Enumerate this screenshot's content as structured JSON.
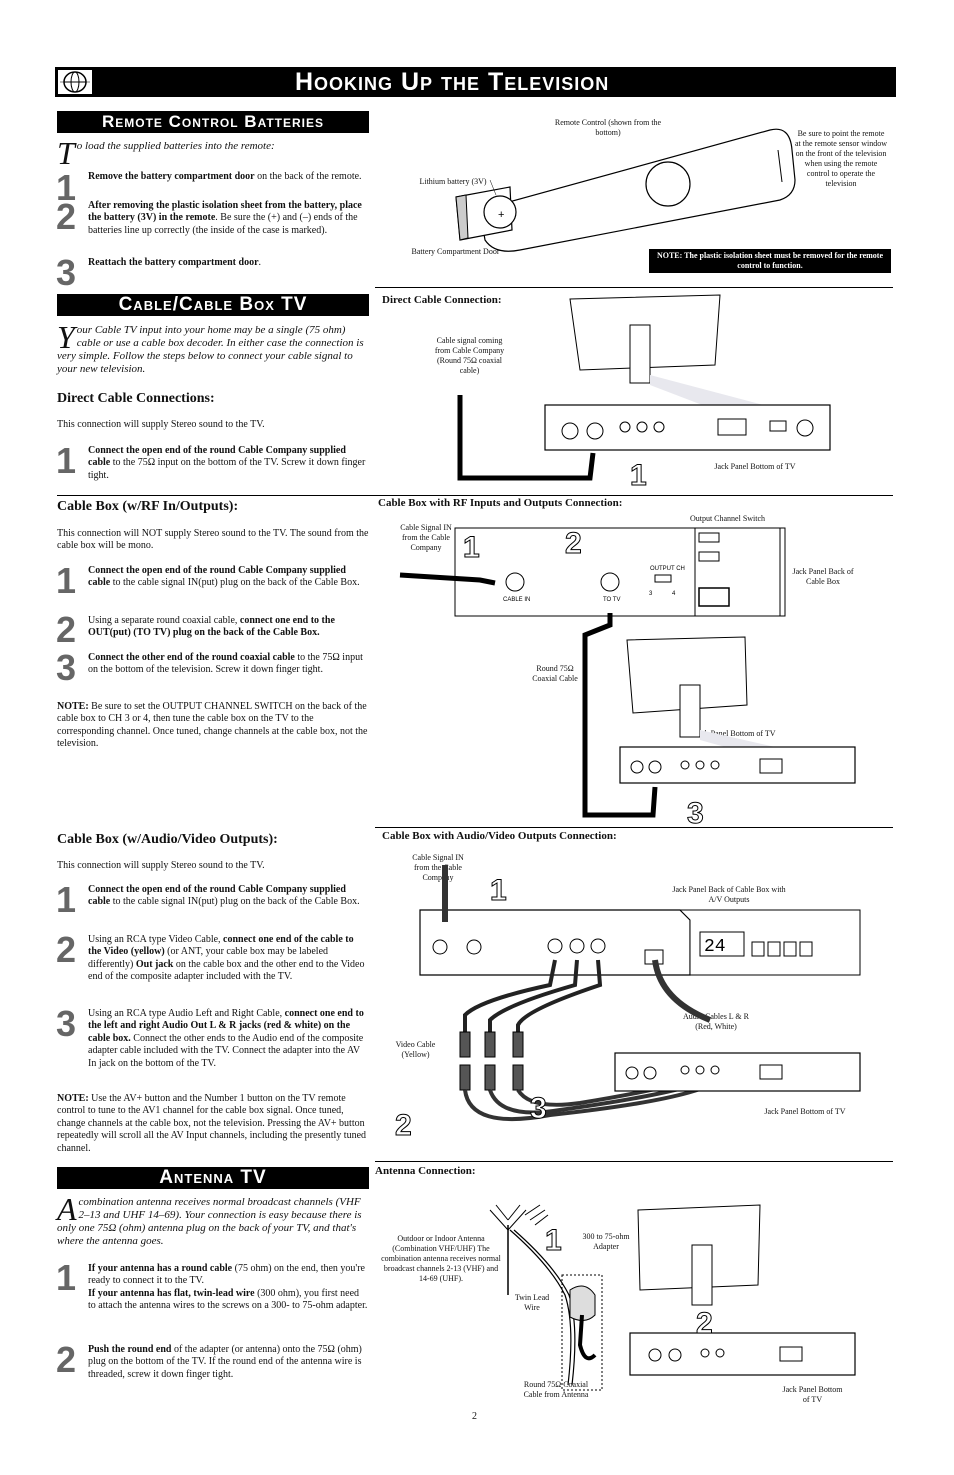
{
  "page_title": "Hooking Up the Television",
  "page_number": "2",
  "remote": {
    "heading": "Remote Control Batteries",
    "intro_cap": "T",
    "intro": "o load the supplied batteries into the remote:",
    "step1_num": "1",
    "step1_bold": "Remove the battery compartment door",
    "step1_rest": " on the back of the remote.",
    "step2_num": "2",
    "step2_bold": "After removing the plastic isolation sheet from the battery, place the battery (3V) in the remote",
    "step2_rest": ". Be sure the (+) and (–) ends of the batteries line up correctly (the inside of the case is marked).",
    "step3_num": "3",
    "step3_bold": "Reattach the battery compartment door",
    "step3_rest": ".",
    "diagram": {
      "remote_label": "Remote Control (shown from the bottom)",
      "battery_label": "Lithium battery (3V)",
      "door_label": "Battery Compartment Door",
      "point_note": "Be sure to point the remote at the remote sensor window on the front of the television when using the remote control to operate the television",
      "isolation_note": "NOTE: The plastic isolation sheet must be removed for the remote control to function.",
      "plus": "+"
    }
  },
  "cable": {
    "heading": "Cable/Cable Box TV",
    "intro_cap": "Y",
    "intro": "our Cable TV input into your home may be a single (75 ohm) cable or use a cable box decoder. In either case the connection is very simple. Follow the steps below to connect your cable signal to your new television.",
    "direct": {
      "heading": "Direct Cable Connections:",
      "desc": "This connection will supply Stereo sound to the TV.",
      "step1_num": "1",
      "step1_bold": "Connect the open end of the round Cable Company supplied cable",
      "step1_rest": " to the 75Ω input on the bottom of the TV. Screw it down finger tight.",
      "diagram_title": "Direct Cable Connection:",
      "signal_label": "Cable signal coming from Cable Company (Round 75Ω coaxial cable)",
      "jack_label": "Jack Panel Bottom of TV",
      "callout": "1"
    },
    "rf": {
      "heading": "Cable Box (w/RF In/Outputs):",
      "desc": "This connection will NOT supply Stereo sound to the TV. The sound from the cable box will be mono.",
      "step1_num": "1",
      "step1_bold": "Connect the open end of the round Cable Company supplied cable",
      "step1_rest": " to the cable signal IN(put) plug on the back of the Cable Box.",
      "step2_num": "2",
      "step2_pre": "Using a separate round coaxial cable, ",
      "step2_bold": "connect one end to the OUT(put) (TO TV) plug on the back of the Cable Box.",
      "step3_num": "3",
      "step3_bold": "Connect the other end of the round coaxial cable",
      "step3_rest": " to the 75Ω input on the bottom of the television. Screw it down finger tight.",
      "note_label": "NOTE:",
      "note": " Be sure to set the OUTPUT CHANNEL SWITCH on the back of the cable box to CH 3 or 4, then tune the cable box on the TV to the corresponding channel. Once tuned, change channels at the cable box, not the television.",
      "diagram_title": "Cable Box with RF Inputs and Outputs Connection:",
      "signal_label": "Cable Signal IN from the Cable Company",
      "switch_label": "Output Channel Switch",
      "back_label": "Jack Panel Back of Cable Box",
      "coax_label": "Round 75Ω Coaxial Cable",
      "jack_label": "Jack Panel Bottom of TV",
      "cable_in": "CABLE IN",
      "to_tv": "TO TV",
      "output_ch": "OUTPUT CH",
      "ch3": "3",
      "ch4": "4",
      "callout1": "1",
      "callout2": "2",
      "callout3": "3"
    },
    "av": {
      "heading": "Cable Box (w/Audio/Video Outputs):",
      "desc": "This connection will supply Stereo sound to the TV.",
      "step1_num": "1",
      "step1_bold": "Connect the open end of the round Cable Company supplied cable",
      "step1_rest": " to the cable signal IN(put) plug on the back of the Cable Box.",
      "step2_num": "2",
      "step2_pre": "Using an RCA type Video Cable, ",
      "step2_bold": "connect one end of the cable to the Video (yellow)",
      "step2_mid": " (or ANT, your cable box may be labeled differently) ",
      "step2_bold2": "Out jack",
      "step2_rest": " on the cable box and the other end to the Video end of the composite adapter included with the TV.",
      "step3_num": "3",
      "step3_pre": "Using an RCA type Audio Left and Right Cable, ",
      "step3_bold": "connect one end to the left and right Audio Out L & R jacks (red & white) on the cable box.",
      "step3_rest": " Connect the other ends to the Audio end of the composite adapter cable included with the TV. Connect the adapter into the AV In jack on the bottom of the TV.",
      "note_label": "NOTE:",
      "note": " Use the AV+ button and the Number 1 button on the TV remote control to tune to the AV1 channel for the cable box signal. Once tuned, change channels at the cable box, not the television. Pressing the AV+ button repeatedly will scroll all the AV Input channels, including the presently tuned channel.",
      "diagram_title": "Cable Box with Audio/Video Outputs Connection:",
      "signal_label": "Cable Signal IN from the Cable Company",
      "back_label": "Jack Panel Back of Cable Box with A/V Outputs",
      "audio_label": "Audio Cables L & R (Red, White)",
      "video_label": "Video Cable (Yellow)",
      "jack_label": "Jack Panel Bottom of TV",
      "display": "24",
      "callout1": "1",
      "callout2": "2",
      "callout3": "3"
    }
  },
  "antenna": {
    "heading": "Antenna TV",
    "intro_cap": "A",
    "intro": " combination antenna receives normal broadcast channels (VHF 2–13 and UHF 14–69). Your connection is easy because there is only one 75Ω (ohm) antenna plug on the back of your TV, and that's where the antenna goes.",
    "step1_num": "1",
    "step1a_bold": "If your antenna has a round cable",
    "step1a_rest": " (75 ohm) on the end, then you're ready to connect it to the TV.",
    "step1b_bold": "If your antenna has flat, twin-lead wire",
    "step1b_rest": " (300 ohm), you first need to attach the antenna wires to the screws on a 300- to 75-ohm adapter.",
    "step2_num": "2",
    "step2_bold": "Push the round end",
    "step2_rest": " of the adapter (or antenna) onto the 75Ω (ohm) plug on the bottom of the TV.  If the round end of the antenna wire is threaded, screw it down finger tight.",
    "diagram_title": "Antenna Connection:",
    "antenna_label": "Outdoor or Indoor Antenna (Combination VHF/UHF) The combination antenna receives normal broadcast channels 2-13 (VHF) and 14-69 (UHF).",
    "adapter_label": "300 to 75-ohm Adapter",
    "twin_label": "Twin Lead Wire",
    "coax_label": "Round 75Ω Coaxial Cable from Antenna",
    "jack_label": "Jack Panel Bottom of TV",
    "callout1": "1",
    "callout2": "2"
  }
}
